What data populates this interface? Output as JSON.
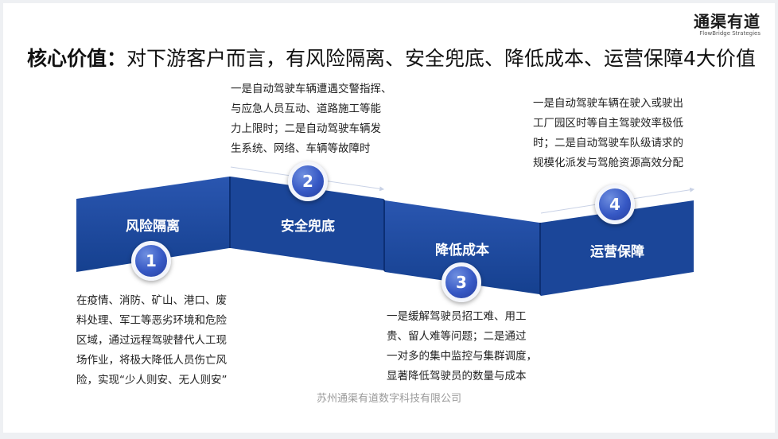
{
  "logo": {
    "main": "通渠有道",
    "sub": "FlowBridge Strategies"
  },
  "title": {
    "bold": "核心价值：",
    "rest": "对下游客户而言，有风险隔离、安全兜底、降低成本、运营保障4大价值"
  },
  "steps": [
    {
      "number": "1",
      "label": "风险隔离",
      "lines": [
        "在疫情、消防、矿山、港口、废",
        "料处理、军工等恶劣环境和危险",
        "区域，通过远程驾驶替代人工现",
        "场作业，将极大降低人员伤亡风",
        "险，实现“少人则安、无人则安”"
      ]
    },
    {
      "number": "2",
      "label": "安全兜底",
      "lines": [
        "一是自动驾驶车辆遭遇交警指挥、",
        "与应急人员互动、道路施工等能",
        "力上限时；二是自动驾驶车辆发",
        "生系统、网络、车辆等故障时"
      ]
    },
    {
      "number": "3",
      "label": "降低成本",
      "lines": [
        "一是缓解驾驶员招工难、用工",
        "贵、留人难等问题；二是通过",
        "一对多的集中监控与集群调度，",
        "显著降低驾驶员的数量与成本"
      ]
    },
    {
      "number": "4",
      "label": "运营保障",
      "lines": [
        "一是自动驾驶车辆在驶入或驶出",
        "工厂园区时等自主驾驶效率极低",
        "时；二是自动驾驶车队级请求的",
        "规模化派发与驾舱资源高效分配"
      ]
    }
  ],
  "footer": "苏州通渠有道数字科技有限公司",
  "colors": {
    "band": "#1d4aa0",
    "band_dark": "#0f3584",
    "badge": "#3658c4"
  }
}
